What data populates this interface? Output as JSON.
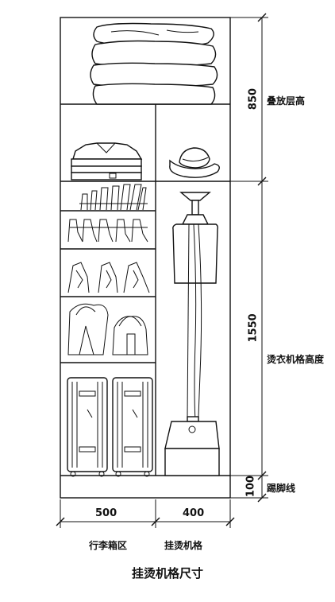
{
  "dimensions": {
    "top_height": "850",
    "middle_height": "1550",
    "kick_height": "100",
    "left_width": "500",
    "right_width": "400"
  },
  "labels": {
    "top_zone": "叠放层高",
    "steamer_height": "烫衣机格高度",
    "kickboard": "踢脚线",
    "luggage_zone": "行李箱区",
    "steamer_zone": "挂烫机格"
  },
  "title": "挂烫机格尺寸",
  "icons": [
    "folded-blankets-icon",
    "folded-shirts-icon",
    "hat-icon",
    "rolled-clothes-icon",
    "handbags-icon",
    "suitcase-icon",
    "garment-steamer-icon"
  ]
}
